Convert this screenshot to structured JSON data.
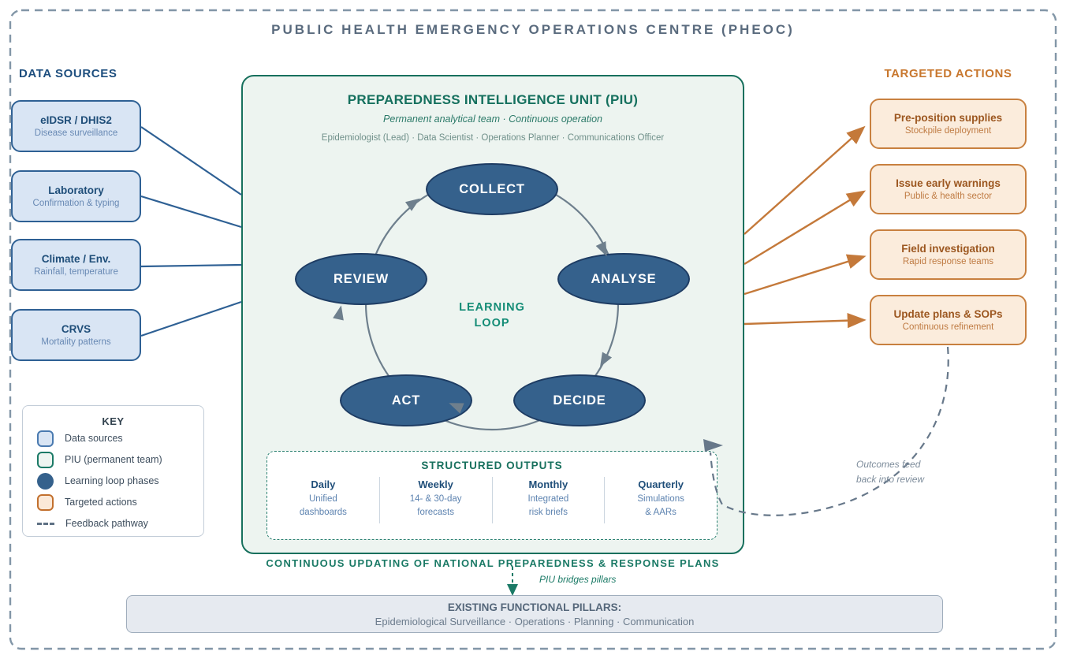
{
  "title": "PUBLIC HEALTH EMERGENCY OPERATIONS CENTRE (PHEOC)",
  "data_sources": {
    "heading": "DATA SOURCES",
    "items": [
      {
        "title": "eIDSR / DHIS2",
        "subtitle": "Disease surveillance"
      },
      {
        "title": "Laboratory",
        "subtitle": "Confirmation & typing"
      },
      {
        "title": "Climate / Env.",
        "subtitle": "Rainfall, temperature"
      },
      {
        "title": "CRVS",
        "subtitle": "Mortality patterns"
      }
    ]
  },
  "piu": {
    "title": "PREPAREDNESS INTELLIGENCE UNIT (PIU)",
    "subtitle": "Permanent analytical team · Continuous operation",
    "team": "Epidemiologist (Lead) · Data Scientist · Operations Planner · Communications Officer",
    "loop_phases": [
      "COLLECT",
      "ANALYSE",
      "DECIDE",
      "ACT",
      "REVIEW"
    ],
    "loop_label_line1": "LEARNING",
    "loop_label_line2": "LOOP"
  },
  "structured_outputs": {
    "heading": "STRUCTURED OUTPUTS",
    "columns": [
      {
        "title": "Daily",
        "line1": "Unified",
        "line2": "dashboards"
      },
      {
        "title": "Weekly",
        "line1": "14- & 30-day",
        "line2": "forecasts"
      },
      {
        "title": "Monthly",
        "line1": "Integrated",
        "line2": "risk briefs"
      },
      {
        "title": "Quarterly",
        "line1": "Simulations",
        "line2": "& AARs"
      }
    ]
  },
  "targeted_actions": {
    "heading": "TARGETED ACTIONS",
    "items": [
      {
        "title": "Pre-position supplies",
        "subtitle": "Stockpile deployment"
      },
      {
        "title": "Issue early warnings",
        "subtitle": "Public & health sector"
      },
      {
        "title": "Field investigation",
        "subtitle": "Rapid response teams"
      },
      {
        "title": "Update plans & SOPs",
        "subtitle": "Continuous refinement"
      }
    ]
  },
  "key": {
    "heading": "KEY",
    "items": [
      {
        "label": "Data sources"
      },
      {
        "label": "PIU (permanent team)"
      },
      {
        "label": "Learning loop phases"
      },
      {
        "label": "Targeted actions"
      },
      {
        "label": "Feedback pathway"
      }
    ]
  },
  "feedback": {
    "label_line1": "Outcomes feed",
    "label_line2": "back into review"
  },
  "bottom": {
    "banner": "CONTINUOUS UPDATING OF NATIONAL PREPAREDNESS & RESPONSE PLANS",
    "bridge_label": "PIU bridges pillars",
    "pillars_title": "EXISTING FUNCTIONAL PILLARS:",
    "pillars_list": "Epidemiological Surveillance · Operations · Planning · Communication"
  },
  "colors": {
    "navy": "#1f4e79",
    "data_source_fill": "#d9e5f4",
    "data_source_border": "#2e6094",
    "piu_teal": "#17705d",
    "piu_fill": "#edf4f0",
    "loop_phase_fill": "#35618c",
    "loop_phase_border": "#1e3c63",
    "loop_arc_grey": "#6e7f8d",
    "learning_loop_teal": "#148c76",
    "action_orange_border": "#c8803f",
    "action_fill": "#fbecdc",
    "action_title": "#9c5720",
    "arrow_orange": "#c4793a",
    "title_grey": "#5a6b7e",
    "feedback_grey": "#67788a",
    "pillars_fill": "#e6eaf0"
  }
}
